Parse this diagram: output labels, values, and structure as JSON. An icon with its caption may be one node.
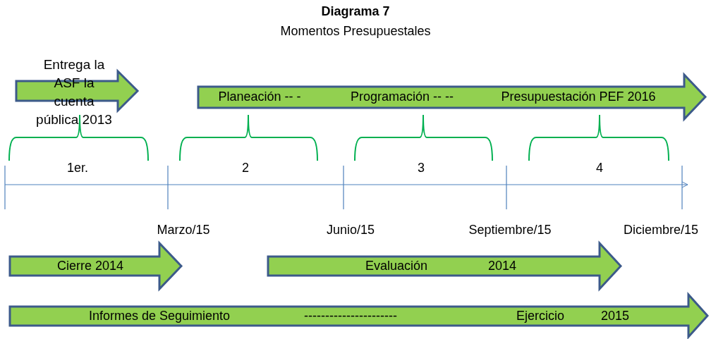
{
  "diagram": {
    "title": "Diagrama 7",
    "caption": "Momentos Presupuestales",
    "nodes": [
      {
        "text": [
          "Entrega la ASF la cuenta pública 2013"
        ]
      },
      {
        "text": [
          "Planeación -- -",
          "Programación -- --",
          "Presupuestación PEF 2016"
        ]
      },
      {
        "text": [
          "Cierre 2014"
        ]
      },
      {
        "text": [
          "Evaluación",
          "2014"
        ]
      },
      {
        "text": [
          "Informes de Seguimiento",
          "----------------------",
          "Ejercicio",
          "2015"
        ]
      }
    ],
    "labels": [
      "1er.",
      "2",
      "3",
      "4",
      "Marzo/15",
      "Junio/15",
      "Septiembre/15",
      "Diciembre/15"
    ]
  }
}
